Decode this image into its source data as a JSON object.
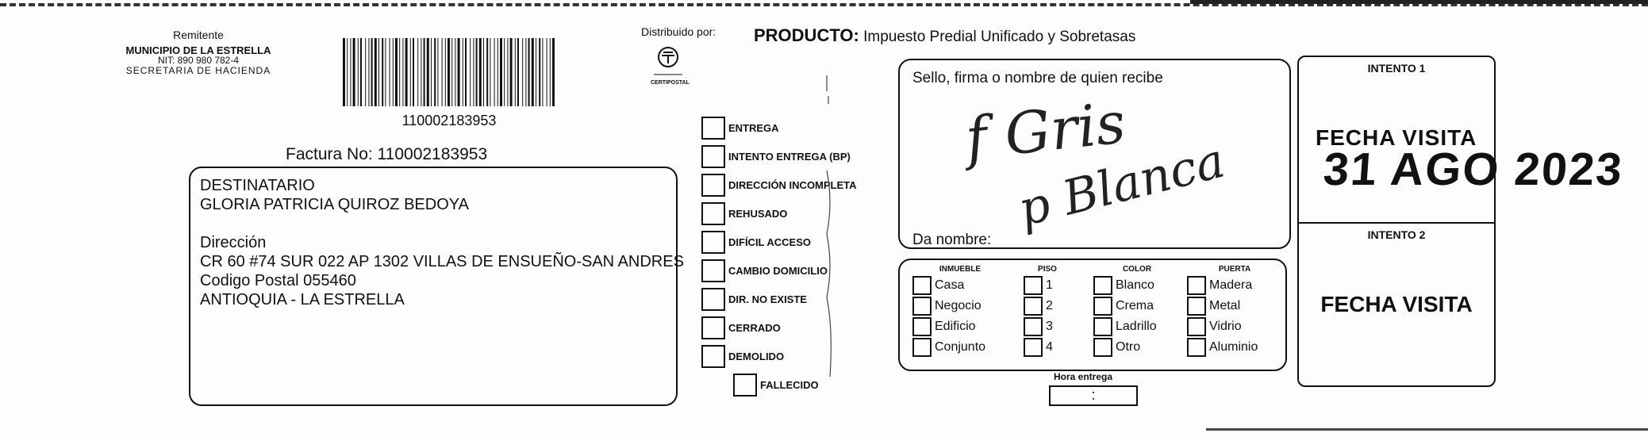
{
  "sender": {
    "label": "Remitente",
    "name": "MUNICIPIO DE LA ESTRELLA",
    "nit": "NIT: 890 980 782-4",
    "dept": "SECRETARIA DE HACIENDA"
  },
  "barcode": {
    "number": "110002183953"
  },
  "factura": "Factura No: 110002183953",
  "destinatario": {
    "label": "DESTINATARIO",
    "name": "GLORIA  PATRICIA QUIROZ BEDOYA",
    "dir_label": "Dirección",
    "address": "CR 60  #74 SUR 022 AP 1302 VILLAS DE ENSUEÑO-SAN ANDRES",
    "postal": "Codigo Postal  055460",
    "city": "ANTIOQUIA - LA ESTRELLA"
  },
  "distribuido": {
    "label": "Distribuido por:",
    "logo_text": "CERTIPOSTAL"
  },
  "producto": {
    "label": "PRODUCTO:",
    "value": "Impuesto Predial Unificado y Sobretasas"
  },
  "status_checks": [
    "ENTREGA",
    "INTENTO ENTREGA (BP)",
    "DIRECCIÓN INCOMPLETA",
    "REHUSADO",
    "DIFÍCIL ACCESO",
    "CAMBIO DOMICILIO",
    "DIR. NO EXISTE",
    "CERRADO",
    "DEMOLIDO",
    "FALLECIDO"
  ],
  "sello": {
    "label": "Sello, firma o nombre de quien recibe",
    "da_nombre": "Da nombre:",
    "signature_line1": "f Gris",
    "signature_line2": "p Blanca"
  },
  "inmueble": {
    "head": "INMUEBLE",
    "options": [
      "Casa",
      "Negocio",
      "Edificio",
      "Conjunto"
    ]
  },
  "piso": {
    "head": "PISO",
    "options": [
      "1",
      "2",
      "3",
      "4"
    ]
  },
  "color": {
    "head": "COLOR",
    "options": [
      "Blanco",
      "Crema",
      "Ladrillo",
      "Otro"
    ]
  },
  "puerta": {
    "head": "PUERTA",
    "options": [
      "Madera",
      "Metal",
      "Vidrio",
      "Aluminio"
    ]
  },
  "hora": {
    "label": "Hora entrega",
    "value": ":"
  },
  "intento1": {
    "label": "INTENTO 1",
    "fecha": "FECHA VISITA",
    "stamp": "31 AGO 2023"
  },
  "intento2": {
    "label": "INTENTO 2",
    "fecha": "FECHA VISITA"
  }
}
